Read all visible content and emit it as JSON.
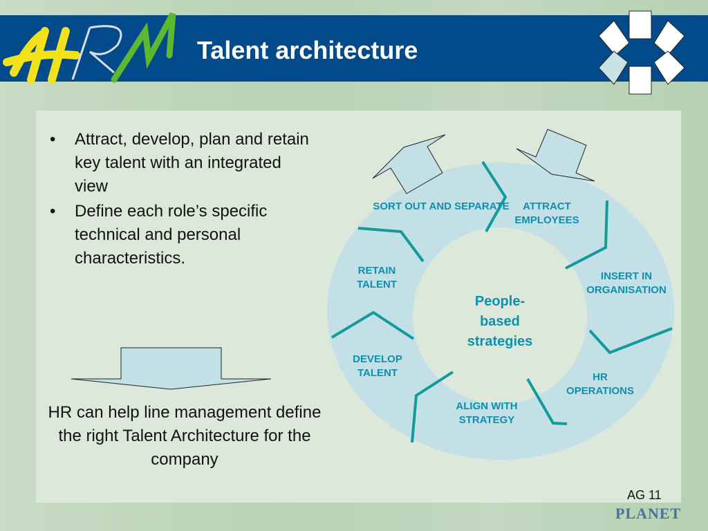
{
  "header": {
    "title": "Talent architecture",
    "logo_text": "HRM"
  },
  "bullets": [
    "Attract, develop, plan and retain key talent with an integrated view",
    "Define each role’s specific technical and personal characteristics."
  ],
  "callout": "HR can help line management define the right Talent Architecture for the company",
  "cycle": {
    "center": "People-based strategies",
    "stages": [
      "SORT OUT AND SEPARATE",
      "ATTRACT EMPLOYEES",
      "INSERT IN ORGANISATION",
      "HR OPERATIONS",
      "ALIGN WITH STRATEGY",
      "DEVELOP TALENT",
      "RETAIN TALENT"
    ]
  },
  "footer": {
    "page": "AG 11",
    "brand": "PLANET"
  },
  "colors": {
    "banner": "#034a8a",
    "ring": "#c3e0e6",
    "divider": "#139a9a",
    "label": "#0f8fb0"
  }
}
